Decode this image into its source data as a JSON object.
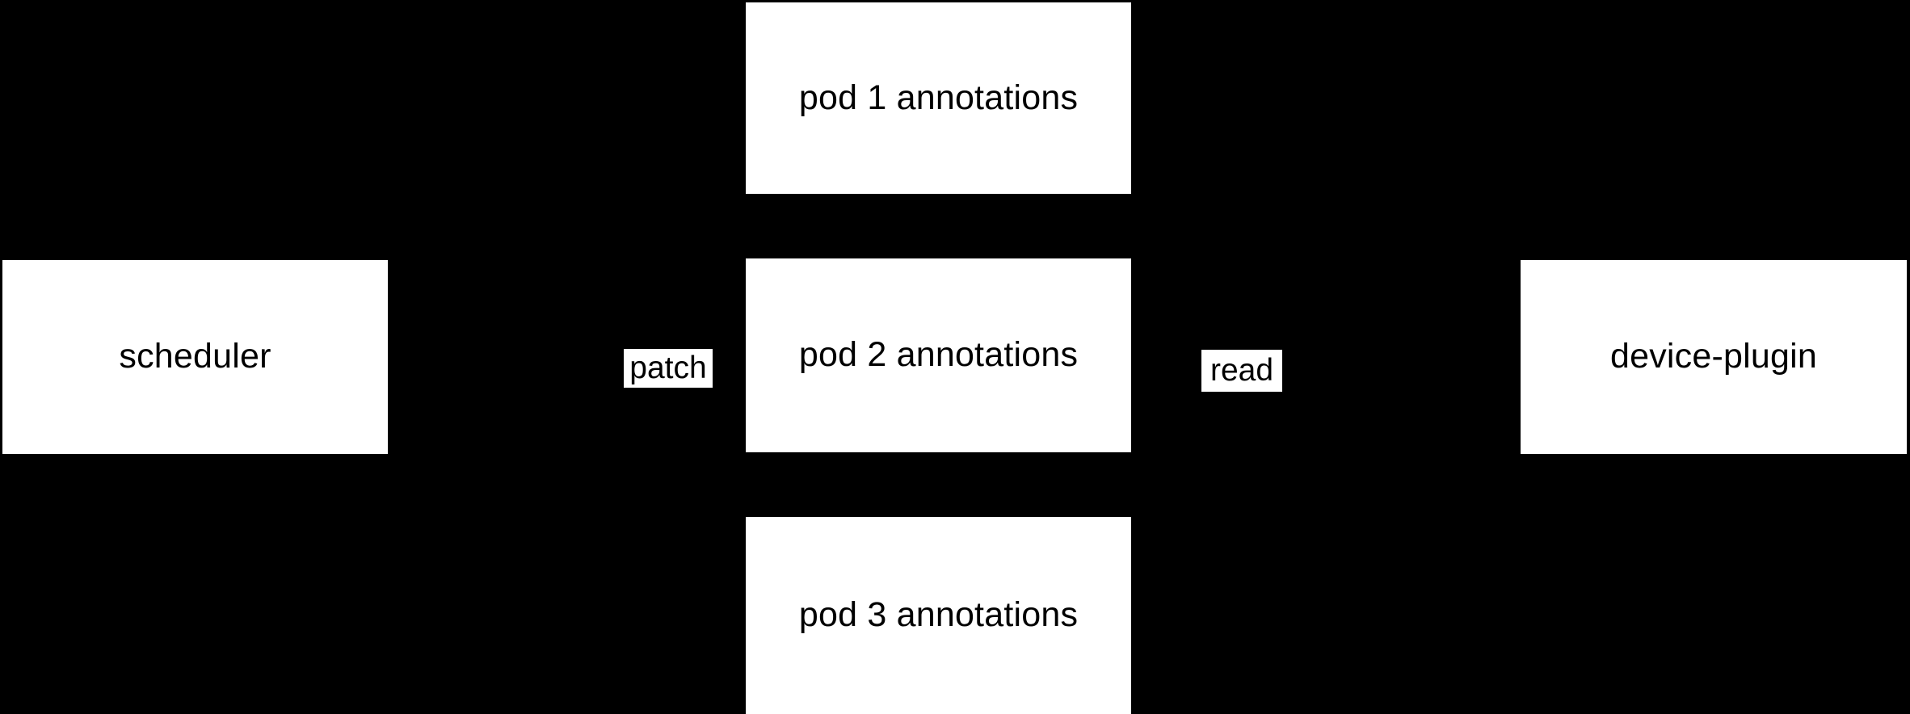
{
  "diagram": {
    "background_color": "#000000",
    "node_fill_color": "#ffffff",
    "node_text_color": "#000000",
    "nodes": [
      {
        "id": "scheduler",
        "label": "scheduler"
      },
      {
        "id": "pod1",
        "label": "pod 1 annotations"
      },
      {
        "id": "pod2",
        "label": "pod 2 annotations"
      },
      {
        "id": "pod3",
        "label": "pod 3 annotations"
      },
      {
        "id": "device-plugin",
        "label": "device-plugin"
      }
    ],
    "edges": [
      {
        "id": "patch",
        "label": "patch",
        "from": "scheduler",
        "to": "pod2"
      },
      {
        "id": "read",
        "label": "read",
        "from": "pod2",
        "to": "device-plugin"
      }
    ]
  }
}
